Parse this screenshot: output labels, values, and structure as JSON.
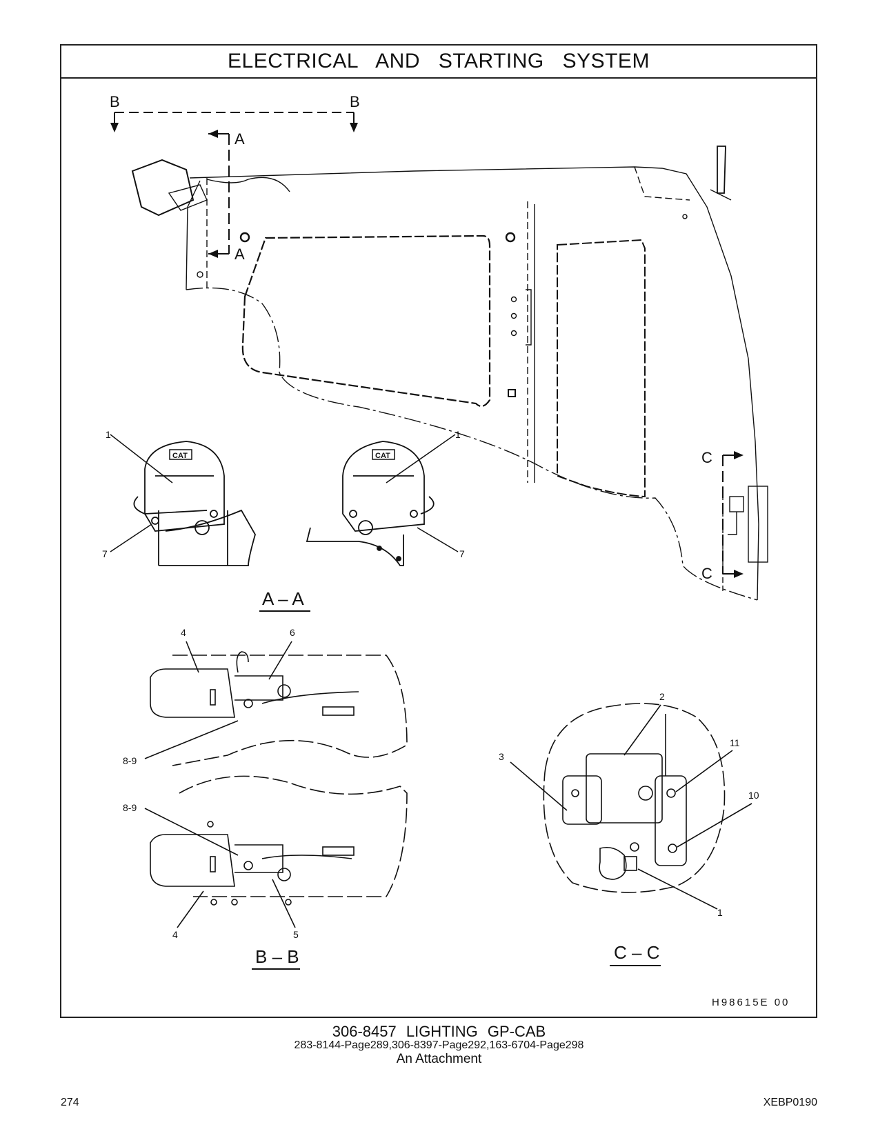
{
  "header": {
    "title": "ELECTRICAL AND STARTING SYSTEM"
  },
  "views": {
    "section_b": "B",
    "section_a": "A",
    "section_c": "C",
    "caption_aa": "A – A",
    "caption_bb": "B – B",
    "caption_cc": "C – C",
    "logo_text": "CAT"
  },
  "callouts": {
    "c1": "1",
    "c2": "2",
    "c3": "3",
    "c4": "4",
    "c5": "5",
    "c6": "6",
    "c7": "7",
    "c89": "8-9",
    "c10": "10",
    "c11": "11"
  },
  "illustration_id": "H98615E 00",
  "footer": {
    "part_title": "306-8457 LIGHTING GP-CAB",
    "references": "283-8144-Page289,306-8397-Page292,163-6704-Page298",
    "note": "An Attachment",
    "page_number": "274",
    "document_code": "XEBP0190"
  }
}
